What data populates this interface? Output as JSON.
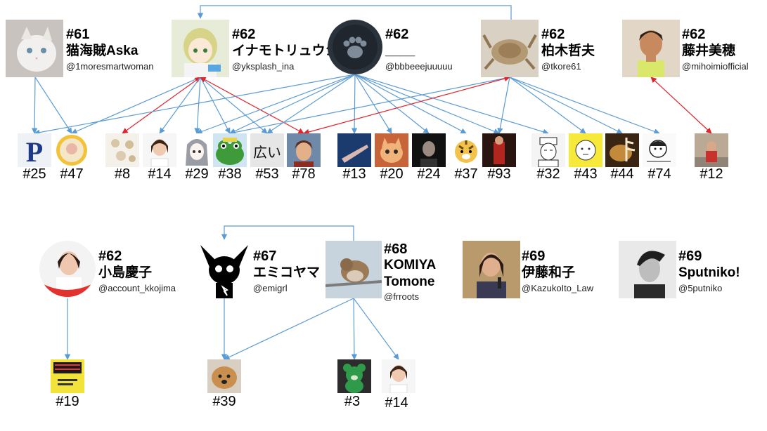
{
  "colors": {
    "follow_edge": "#5b9bd5",
    "mutual_edge": "#e0242b"
  },
  "top_accounts": [
    {
      "id": "aska",
      "rank": "#61",
      "name": "猫海賊Aska",
      "handle": "@1moresmartwoman",
      "icon": "cat-photo"
    },
    {
      "id": "ina",
      "rank": "#62",
      "name": "イナモトリュウシ",
      "handle": "@yksplash_ina",
      "icon": "anime-girl"
    },
    {
      "id": "bbbe",
      "rank": "#62",
      "name": "____",
      "handle": "@bbbeeejuuuuu",
      "icon": "paw-print"
    },
    {
      "id": "tkore",
      "rank": "#62",
      "name": "柏木哲夫",
      "handle": "@tkore61",
      "icon": "crab-photo"
    },
    {
      "id": "mihoimio",
      "rank": "#62",
      "name": "藤井美穂",
      "handle": "@mihoimiofficial",
      "icon": "woman-photo"
    }
  ],
  "top_followed": [
    {
      "id": "f25",
      "label": "#25",
      "icon": "p-logo"
    },
    {
      "id": "f47",
      "label": "#47",
      "icon": "gold-coin"
    },
    {
      "id": "f8",
      "label": "#8",
      "icon": "flowers"
    },
    {
      "id": "f14",
      "label": "#14",
      "icon": "woman-portrait"
    },
    {
      "id": "f29",
      "label": "#29",
      "icon": "anime-grey-hair"
    },
    {
      "id": "f38",
      "label": "#38",
      "icon": "frog-character"
    },
    {
      "id": "f53",
      "label": "#53",
      "icon": "kanji-text",
      "text": "広い"
    },
    {
      "id": "f78",
      "label": "#78",
      "icon": "illustrated-man"
    },
    {
      "id": "f13",
      "label": "#13",
      "icon": "hand-photo"
    },
    {
      "id": "f20",
      "label": "#20",
      "icon": "kitten-photo"
    },
    {
      "id": "f24",
      "label": "#24",
      "icon": "dark-portrait"
    },
    {
      "id": "f37",
      "label": "#37",
      "icon": "tiger-cartoon"
    },
    {
      "id": "f93",
      "label": "#93",
      "icon": "red-figure"
    },
    {
      "id": "f32",
      "label": "#32",
      "icon": "manga-man"
    },
    {
      "id": "f43",
      "label": "#43",
      "icon": "yellow-face"
    },
    {
      "id": "f44",
      "label": "#44",
      "icon": "cow-brush"
    },
    {
      "id": "f74",
      "label": "#74",
      "icon": "manga-sketch"
    },
    {
      "id": "f12",
      "label": "#12",
      "icon": "child-photo"
    }
  ],
  "bottom_accounts": [
    {
      "id": "kojima",
      "rank": "#62",
      "name": "小島慶子",
      "handle": "@account_kkojima",
      "icon": "woman-circle"
    },
    {
      "id": "emigrl",
      "rank": "#67",
      "name": "エミコヤマ",
      "handle": "@emigrl",
      "icon": "chihuahua-drawing"
    },
    {
      "id": "frroots",
      "rank": "#68",
      "name": "KOMIYA Tomone",
      "name_lines": [
        "KOMIYA",
        "Tomone"
      ],
      "handle": "@frroots",
      "icon": "sparrow-photo"
    },
    {
      "id": "kazuko",
      "rank": "#69",
      "name": "伊藤和子",
      "handle": "@KazukoIto_Law",
      "icon": "speaker-photo"
    },
    {
      "id": "sputnik",
      "rank": "#69",
      "name": "Sputniko!",
      "handle": "@5putniko",
      "icon": "bw-portrait"
    }
  ],
  "bottom_followed": [
    {
      "id": "b19",
      "label": "#19",
      "icon": "book-cover"
    },
    {
      "id": "b39",
      "label": "#39",
      "icon": "dog-photo"
    },
    {
      "id": "b3",
      "label": "#3",
      "icon": "green-bear"
    },
    {
      "id": "b14",
      "label": "#14",
      "icon": "woman-portrait"
    }
  ],
  "edges": [
    {
      "from": "aska",
      "to": "f25",
      "kind": "follow"
    },
    {
      "from": "aska",
      "to": "f47",
      "kind": "follow"
    },
    {
      "from": "ina",
      "to": "f47",
      "kind": "follow"
    },
    {
      "from": "ina",
      "to": "f8",
      "kind": "mutual"
    },
    {
      "from": "ina",
      "to": "f14",
      "kind": "follow"
    },
    {
      "from": "ina",
      "to": "f29",
      "kind": "follow"
    },
    {
      "from": "ina",
      "to": "f38",
      "kind": "follow"
    },
    {
      "from": "ina",
      "to": "f53",
      "kind": "follow"
    },
    {
      "from": "ina",
      "to": "f78",
      "kind": "mutual"
    },
    {
      "from": "bbbe",
      "to": "f25",
      "kind": "follow"
    },
    {
      "from": "bbbe",
      "to": "f29",
      "kind": "follow"
    },
    {
      "from": "bbbe",
      "to": "f38",
      "kind": "follow"
    },
    {
      "from": "bbbe",
      "to": "f53",
      "kind": "follow"
    },
    {
      "from": "bbbe",
      "to": "f13",
      "kind": "follow"
    },
    {
      "from": "bbbe",
      "to": "f20",
      "kind": "follow"
    },
    {
      "from": "bbbe",
      "to": "f24",
      "kind": "follow"
    },
    {
      "from": "bbbe",
      "to": "f37",
      "kind": "follow"
    },
    {
      "from": "bbbe",
      "to": "f93",
      "kind": "follow"
    },
    {
      "from": "bbbe",
      "to": "f32",
      "kind": "follow"
    },
    {
      "from": "tkore",
      "to": "f38",
      "kind": "follow"
    },
    {
      "from": "tkore",
      "to": "f78",
      "kind": "mutual"
    },
    {
      "from": "tkore",
      "to": "f93",
      "kind": "follow"
    },
    {
      "from": "tkore",
      "to": "f43",
      "kind": "follow"
    },
    {
      "from": "tkore",
      "to": "f44",
      "kind": "follow"
    },
    {
      "from": "tkore",
      "to": "f74",
      "kind": "follow"
    },
    {
      "from": "tkore",
      "to": "ina",
      "kind": "follow"
    },
    {
      "from": "mihoimio",
      "to": "f12",
      "kind": "mutual"
    },
    {
      "from": "kojima",
      "to": "b19",
      "kind": "follow"
    },
    {
      "from": "emigrl",
      "to": "b39",
      "kind": "follow"
    },
    {
      "from": "frroots",
      "to": "b39",
      "kind": "follow"
    },
    {
      "from": "frroots",
      "to": "b3",
      "kind": "follow"
    },
    {
      "from": "frroots",
      "to": "b14",
      "kind": "follow"
    },
    {
      "from": "frroots",
      "to": "emigrl",
      "kind": "follow"
    }
  ]
}
